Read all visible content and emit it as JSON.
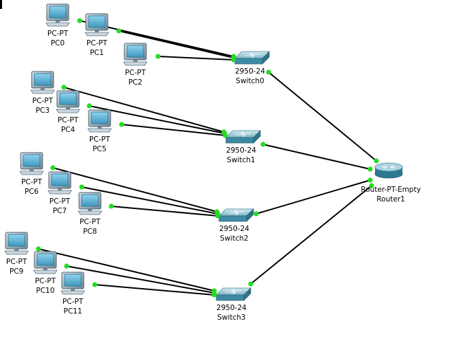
{
  "topology": {
    "colors": {
      "link": "#000000",
      "port": "#22dd22",
      "pc_body": "#9fb6c4",
      "pc_screen": "#5fb4d8",
      "switch_top": "#9ec9d6",
      "switch_side": "#3d8ba3",
      "router_top": "#aed3e0",
      "router_side": "#3a8aa5"
    },
    "pcs": [
      {
        "id": "pc0",
        "model": "PC-PT",
        "name": "PC0"
      },
      {
        "id": "pc1",
        "model": "PC-PT",
        "name": "PC1"
      },
      {
        "id": "pc2",
        "model": "PC-PT",
        "name": "PC2"
      },
      {
        "id": "pc3",
        "model": "PC-PT",
        "name": "PC3"
      },
      {
        "id": "pc4",
        "model": "PC-PT",
        "name": "PC4"
      },
      {
        "id": "pc5",
        "model": "PC-PT",
        "name": "PC5"
      },
      {
        "id": "pc6",
        "model": "PC-PT",
        "name": "PC6"
      },
      {
        "id": "pc7",
        "model": "PC-PT",
        "name": "PC7"
      },
      {
        "id": "pc8",
        "model": "PC-PT",
        "name": "PC8"
      },
      {
        "id": "pc9",
        "model": "PC-PT",
        "name": "PC9"
      },
      {
        "id": "pc10",
        "model": "PC-PT",
        "name": "PC10"
      },
      {
        "id": "pc11",
        "model": "PC-PT",
        "name": "PC11"
      }
    ],
    "switches": [
      {
        "id": "sw0",
        "model": "2950-24",
        "name": "Switch0"
      },
      {
        "id": "sw1",
        "model": "2950-24",
        "name": "Switch1"
      },
      {
        "id": "sw2",
        "model": "2950-24",
        "name": "Switch2"
      },
      {
        "id": "sw3",
        "model": "2950-24",
        "name": "Switch3"
      }
    ],
    "router": {
      "id": "r1",
      "model": "Router-PT-Empty",
      "name": "Router1"
    },
    "links": [
      {
        "from": "pc0",
        "to": "sw0"
      },
      {
        "from": "pc1",
        "to": "sw0"
      },
      {
        "from": "pc2",
        "to": "sw0"
      },
      {
        "from": "pc3",
        "to": "sw1"
      },
      {
        "from": "pc4",
        "to": "sw1"
      },
      {
        "from": "pc5",
        "to": "sw1"
      },
      {
        "from": "pc6",
        "to": "sw2"
      },
      {
        "from": "pc7",
        "to": "sw2"
      },
      {
        "from": "pc8",
        "to": "sw2"
      },
      {
        "from": "pc9",
        "to": "sw3"
      },
      {
        "from": "pc10",
        "to": "sw3"
      },
      {
        "from": "pc11",
        "to": "sw3"
      },
      {
        "from": "sw0",
        "to": "r1"
      },
      {
        "from": "sw1",
        "to": "r1"
      },
      {
        "from": "sw2",
        "to": "r1"
      },
      {
        "from": "sw3",
        "to": "r1"
      }
    ]
  }
}
